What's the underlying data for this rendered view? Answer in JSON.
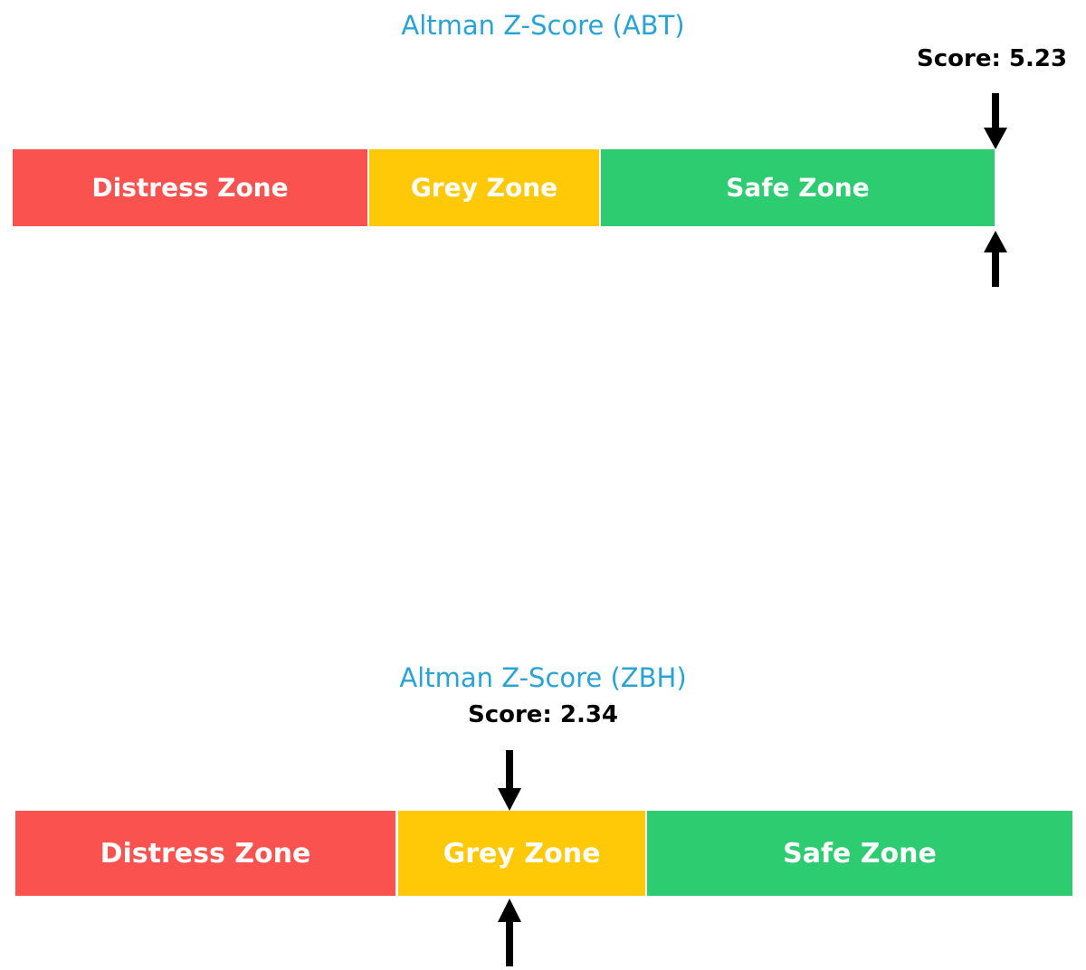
{
  "chart_data": [
    {
      "type": "bar",
      "title": "Altman Z-Score (ABT)",
      "orientation": "horizontal-zone-gauge",
      "score": 5.23,
      "score_label": "Score: 5.23",
      "categories": [
        "Distress Zone",
        "Grey Zone",
        "Safe Zone"
      ],
      "zone_colors": [
        "#f9524f",
        "#ffc907",
        "#2ecc71"
      ],
      "zones": [
        {
          "label": "Distress Zone",
          "color": "#f9524f"
        },
        {
          "label": "Grey Zone",
          "color": "#ffc907"
        },
        {
          "label": "Safe Zone",
          "color": "#2ecc71"
        }
      ],
      "marker": {
        "value": 5.23,
        "zone": "Safe Zone",
        "style": "double-arrow"
      },
      "xlabel": "",
      "ylabel": "",
      "grid": false,
      "legend": "none"
    },
    {
      "type": "bar",
      "title": "Altman Z-Score (ZBH)",
      "orientation": "horizontal-zone-gauge",
      "score": 2.34,
      "score_label": "Score: 2.34",
      "categories": [
        "Distress Zone",
        "Grey Zone",
        "Safe Zone"
      ],
      "zone_colors": [
        "#f9524f",
        "#ffc907",
        "#2ecc71"
      ],
      "zones": [
        {
          "label": "Distress Zone",
          "color": "#f9524f"
        },
        {
          "label": "Grey Zone",
          "color": "#ffc907"
        },
        {
          "label": "Safe Zone",
          "color": "#2ecc71"
        }
      ],
      "marker": {
        "value": 2.34,
        "zone": "Grey Zone",
        "style": "double-arrow"
      },
      "xlabel": "",
      "ylabel": "",
      "grid": false,
      "legend": "none"
    }
  ],
  "charts": [
    {
      "title": "Altman Z-Score (ABT)",
      "score_label": "Score: 5.23",
      "zones": [
        {
          "label": "Distress Zone"
        },
        {
          "label": "Grey Zone"
        },
        {
          "label": "Safe Zone"
        }
      ]
    },
    {
      "title": "Altman Z-Score (ZBH)",
      "score_label": "Score: 2.34",
      "zones": [
        {
          "label": "Distress Zone"
        },
        {
          "label": "Grey Zone"
        },
        {
          "label": "Safe Zone"
        }
      ]
    }
  ],
  "colors": {
    "title": "#29a3d4",
    "score_text": "#000000",
    "distress": "#f9524f",
    "grey": "#ffc907",
    "safe": "#2ecc71",
    "marker": "#000000",
    "background": "#ffffff",
    "zone_label": "#ffffff"
  }
}
